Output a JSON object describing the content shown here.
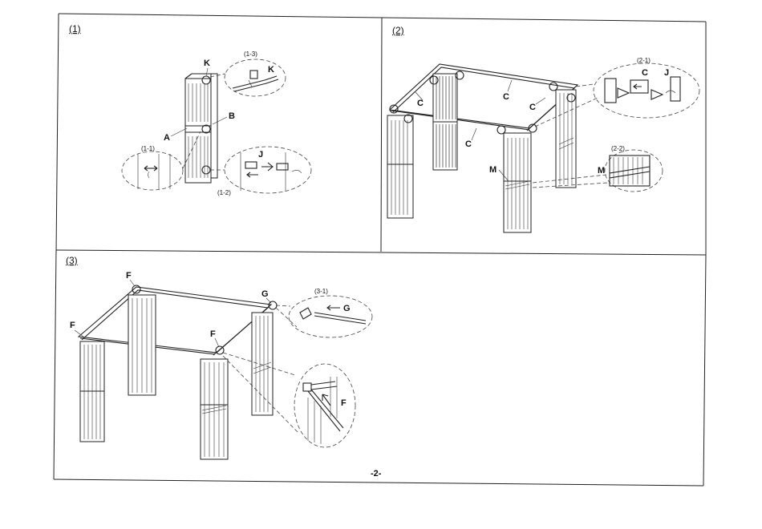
{
  "steps": {
    "s1": {
      "label": "(1)",
      "parts": {
        "k": "K",
        "b": "B",
        "a": "A"
      },
      "details": {
        "d11": "(1-1)",
        "d12": "(1-2)",
        "d13": "(1-3)"
      },
      "detail_letters": {
        "k": "K",
        "j": "J"
      }
    },
    "s2": {
      "label": "(2)",
      "parts": {
        "c1": "C",
        "c2": "C",
        "c3": "C",
        "c4": "C",
        "m": "M",
        "m2": "M"
      },
      "details": {
        "d21": "(2-1)",
        "d22": "(2-2)"
      },
      "detail_letters": {
        "c": "C",
        "j": "J"
      }
    },
    "s3": {
      "label": "(3)",
      "parts": {
        "f1": "F",
        "f2": "F",
        "f3": "F",
        "g": "G"
      },
      "details": {
        "d31": "(3-1)"
      },
      "detail_letters": {
        "g": "G",
        "f": "F"
      }
    }
  },
  "page_number": "-2-"
}
